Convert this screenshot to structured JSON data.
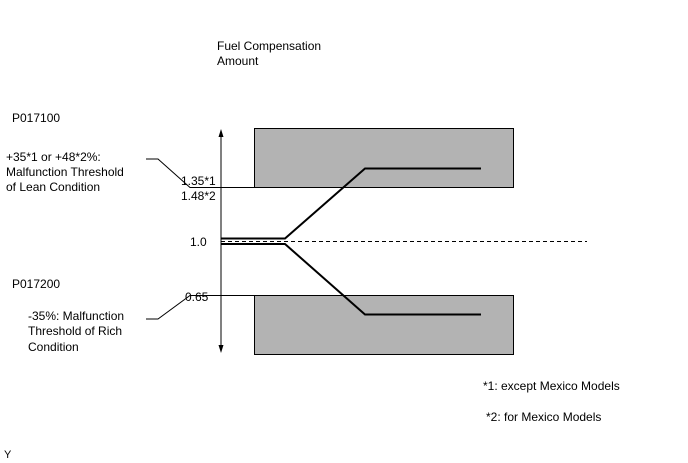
{
  "title": {
    "line1": "Fuel Compensation",
    "line2": "Amount"
  },
  "codes": {
    "lean": "P017100",
    "rich": "P017200"
  },
  "lean_note": {
    "line1": "+35*1 or +48*2%:",
    "line2": "Malfunction Threshold",
    "line3": "of Lean Condition"
  },
  "rich_note": {
    "line1": "-35%: Malfunction",
    "line2": "Threshold of Rich",
    "line3": "Condition"
  },
  "ticks": {
    "upper1": "1.35*1",
    "upper2": "1.48*2",
    "mid": "1.0",
    "lower": "0.65"
  },
  "footnotes": {
    "f1": "*1: except Mexico Models",
    "f2": "*2: for Mexico Models"
  },
  "corner_mark": "Y",
  "colors": {
    "zone_fill": "#b3b3b3",
    "line": "#000000"
  }
}
